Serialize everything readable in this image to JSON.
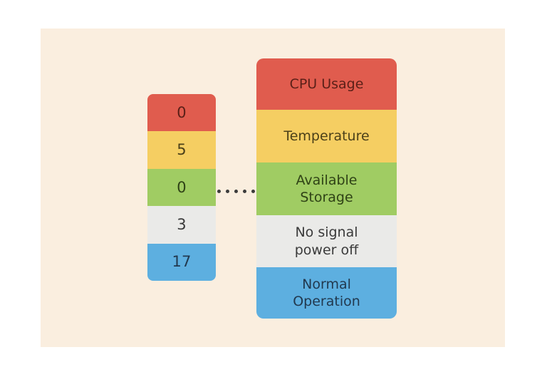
{
  "page": {
    "background_color": "#ffffff",
    "panel_color": "#faeedf"
  },
  "chart_data": {
    "type": "table",
    "title": "",
    "categories": [
      "CPU Usage",
      "Temperature",
      "Available Storage",
      "No signal power off",
      "Normal Operation"
    ],
    "values": [
      0,
      5,
      0,
      3,
      17
    ],
    "colors": [
      "#e05c4e",
      "#f5ce62",
      "#a0cc63",
      "#eaeae8",
      "#5dafe0"
    ],
    "xlabel": "",
    "ylabel": "",
    "legend_position": "right",
    "grid": false
  },
  "value_column": {
    "name": "counts",
    "cells": [
      {
        "value": "0",
        "bg": "#e05c4e",
        "fg": "#5b2018"
      },
      {
        "value": "5",
        "bg": "#f5ce62",
        "fg": "#4b4019"
      },
      {
        "value": "0",
        "bg": "#a0cc63",
        "fg": "#2f4216"
      },
      {
        "value": "3",
        "bg": "#eaeae8",
        "fg": "#3a3a3a"
      },
      {
        "value": "17",
        "bg": "#5dafe0",
        "fg": "#22394f"
      }
    ]
  },
  "connector": {
    "name": "dotted-link",
    "dot_color": "#3c3c3c",
    "dot_count": 5
  },
  "label_column": {
    "name": "status-legend",
    "cells": [
      {
        "label": "CPU Usage",
        "bg": "#e05c4e",
        "fg": "#5b2018",
        "height": 72
      },
      {
        "label": "Temperature",
        "bg": "#f5ce62",
        "fg": "#4b4019",
        "height": 74
      },
      {
        "label": "Available\nStorage",
        "bg": "#a0cc63",
        "fg": "#2f4216",
        "height": 74
      },
      {
        "label": "No signal\npower off",
        "bg": "#eaeae8",
        "fg": "#3a3a3a",
        "height": 73
      },
      {
        "label": "Normal\nOperation",
        "bg": "#5dafe0",
        "fg": "#22394f",
        "height": 72
      }
    ]
  }
}
